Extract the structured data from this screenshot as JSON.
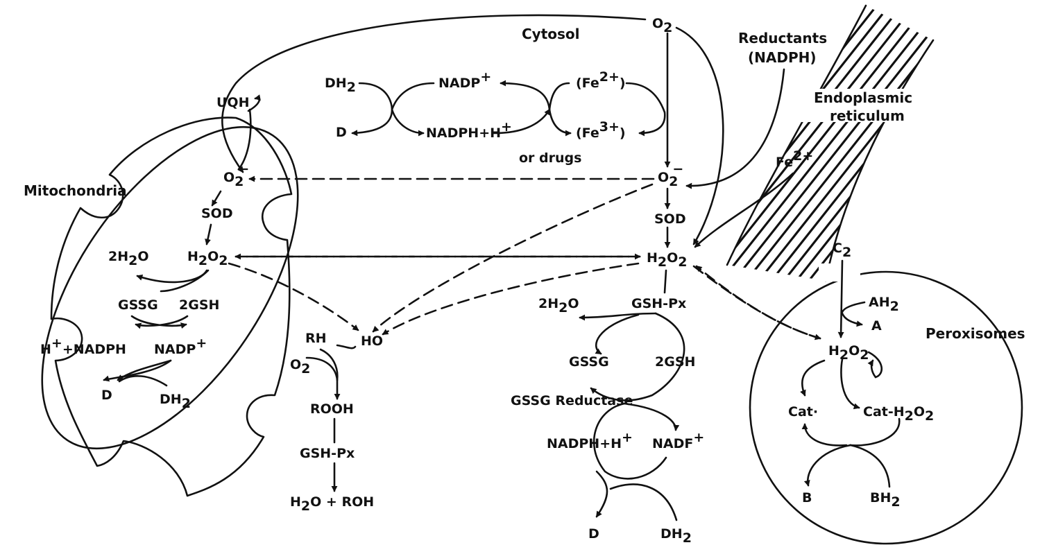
{
  "compartments": {
    "cytosol": "Cytosol",
    "mitochondria": "Mitochondria",
    "peroxisomes": "Peroxisomes",
    "er_line1": "Endoplasmic",
    "er_line2": "reticulum"
  },
  "cytosol": {
    "o2_top": "O",
    "o2_top_sub": "2",
    "reductants_line1": "Reductants",
    "reductants_line2": "(NADPH)",
    "dh2": "DH",
    "dh2_sub": "2",
    "d": "D",
    "nadp": "NADP",
    "nadp_sup": "+",
    "nadph_h": "NADPH+H",
    "nadph_h_sup": "+",
    "fe2": "(Fe",
    "fe2_sup": "2+",
    "fe2_close": ")",
    "fe3": "(Fe",
    "fe3_sup": "3+",
    "fe3_close": ")",
    "or_drugs": "or drugs",
    "fe2_er": "Fe",
    "fe2_er_sup": "2+",
    "superoxide": "O",
    "superoxide_sub": "2",
    "superoxide_sup": "−",
    "sod": "SOD",
    "h2o2": "H",
    "h2o2_sub1": "2",
    "h2o2_o": "O",
    "h2o2_sub2": "2",
    "gsh_px": "GSH-Px",
    "two_h2o": "2H",
    "two_h2o_sub": "2",
    "two_h2o_o": "O",
    "gssg": "GSSG",
    "two_gsh": "2GSH",
    "gssg_reductase": "GSSG Reductase",
    "nadph_h_b": "NADPH+H",
    "nadph_h_b_sup": "+",
    "nadp_b": "NADF",
    "nadp_b_sup": "+",
    "d_b": "D",
    "dh2_b": "DH",
    "dh2_b_sub": "2"
  },
  "lipid": {
    "ho": "HO",
    "rh": "RH",
    "o2": "O",
    "o2_sub": "2",
    "rooh": "ROOH",
    "gsh_px": "GSH-Px",
    "products": "H",
    "products_sub": "2",
    "products_rest": "O + ROH"
  },
  "mito": {
    "uqh": "UQH",
    "superoxide": "O",
    "superoxide_sub": "2",
    "superoxide_sup": "−",
    "sod": "SOD",
    "h2o2": "H",
    "h2o2_sub1": "2",
    "h2o2_o": "O",
    "h2o2_sub2": "2",
    "two_h2o": "2H",
    "two_h2o_sub": "2",
    "two_h2o_o": "O",
    "gssg": "GSSG",
    "two_gsh": "2GSH",
    "h_nadph": "H",
    "h_nadph_sup": "+",
    "h_nadph_rest": "+NADPH",
    "nadp": "NADP",
    "nadp_sup": "+",
    "d": "D",
    "dh2": "DH",
    "dh2_sub": "2"
  },
  "perox": {
    "o2": "C",
    "o2_sub": "2",
    "ah2": "AH",
    "ah2_sub": "2",
    "a": "A",
    "h2o2": "H",
    "h2o2_sub1": "2",
    "h2o2_o": "O",
    "h2o2_sub2": "2",
    "cat": "Cat·",
    "cat_h2o2": "Cat-H",
    "cat_h2o2_sub1": "2",
    "cat_h2o2_o": "O",
    "cat_h2o2_sub2": "2",
    "b": "B",
    "bh2": "BH",
    "bh2_sub": "2"
  }
}
